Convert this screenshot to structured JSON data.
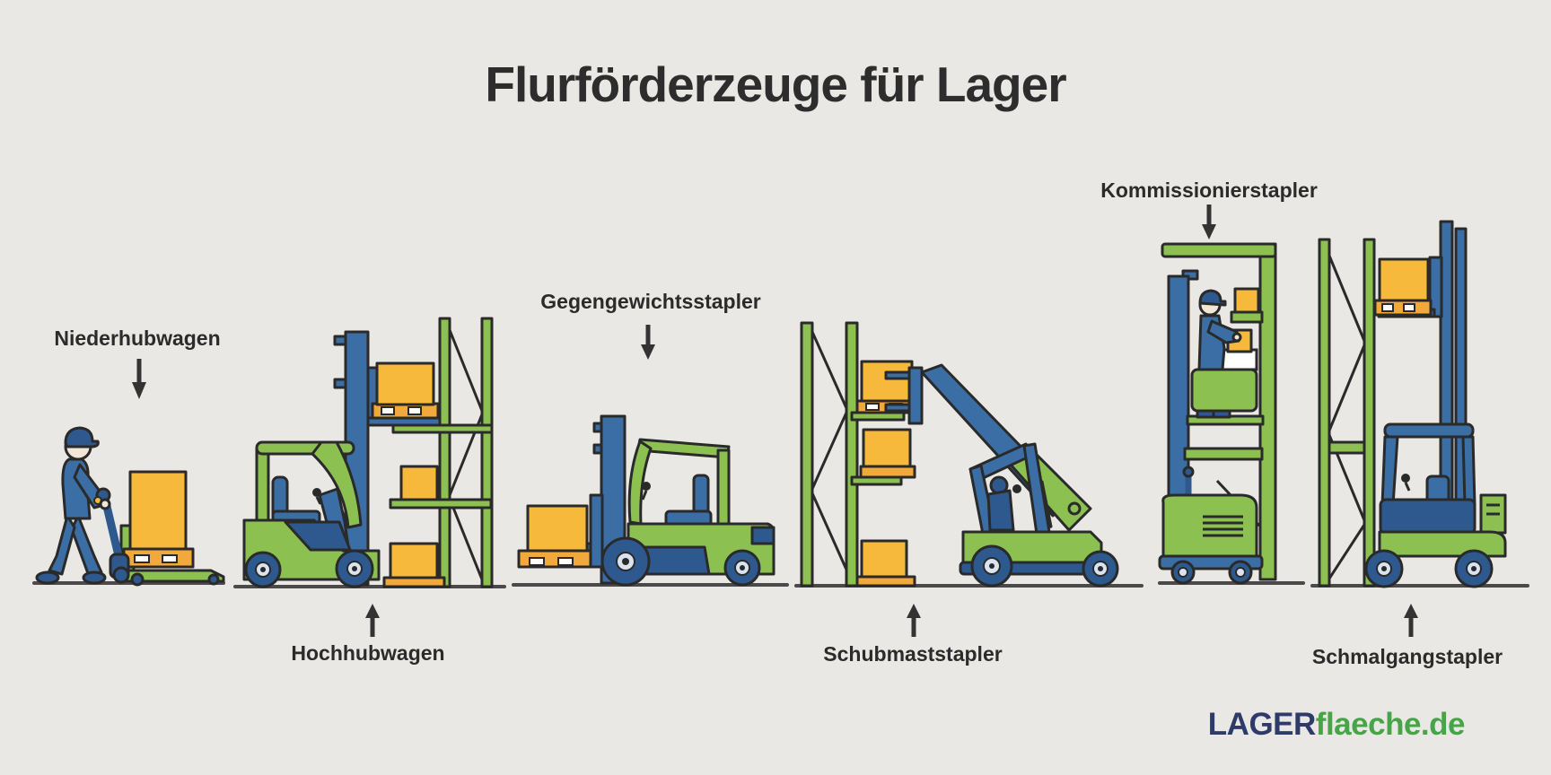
{
  "title": "Flurförderzeuge für Lager",
  "vehicles": [
    {
      "id": "niederhubwagen",
      "label": "Niederhubwagen",
      "label_position": "top"
    },
    {
      "id": "hochhubwagen",
      "label": "Hochhubwagen",
      "label_position": "bottom"
    },
    {
      "id": "gegengewichtsstapler",
      "label": "Gegengewichtsstapler",
      "label_position": "top"
    },
    {
      "id": "schubmaststapler",
      "label": "Schubmaststapler",
      "label_position": "bottom"
    },
    {
      "id": "kommissionierstapler",
      "label": "Kommissionierstapler",
      "label_position": "top"
    },
    {
      "id": "schmalgangstapler",
      "label": "Schmalgangstapler",
      "label_position": "bottom"
    }
  ],
  "logo": {
    "text_primary": "LAGER",
    "text_secondary": "flaeche.de"
  },
  "colors": {
    "background": "#e9e8e5",
    "title_text": "#2d2d2d",
    "label_text": "#2b2b2b",
    "vehicle_green": "#8CC152",
    "vehicle_blue": "#3B6EA5",
    "vehicle_navy": "#2E598F",
    "box_yellow": "#F6B93B",
    "pallet_orange": "#F2A93B",
    "outline": "#2a2a2a",
    "ground_line": "#4a4a4a",
    "logo_primary": "#2E3A69",
    "logo_secondary": "#47A447"
  }
}
